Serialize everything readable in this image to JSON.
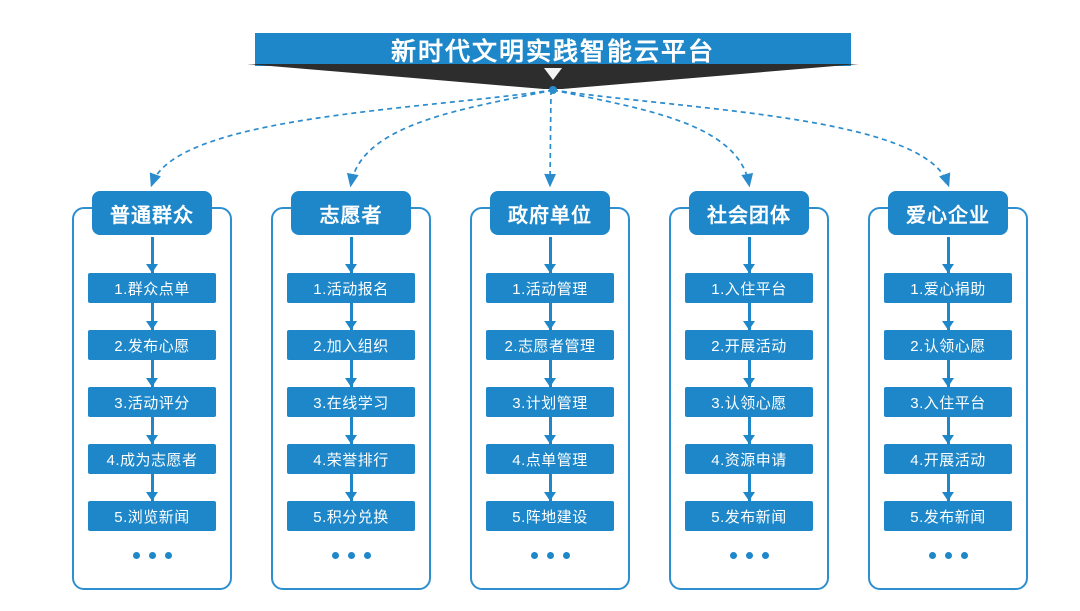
{
  "title": {
    "text": "新时代文明实践智能云平台"
  },
  "colors": {
    "primary": "#1d87c9",
    "container_border": "#2e8fd0",
    "connector": "#2b8ccd",
    "ribbon": "#2d2d2d",
    "background": "#ffffff",
    "text_on_primary": "#ffffff"
  },
  "columns": [
    {
      "header": "普通群众",
      "steps": [
        "1.群众点单",
        "2.发布心愿",
        "3.活动评分",
        "4.成为志愿者",
        "5.浏览新闻"
      ],
      "more": "..."
    },
    {
      "header": "志愿者",
      "steps": [
        "1.活动报名",
        "2.加入组织",
        "3.在线学习",
        "4.荣誉排行",
        "5.积分兑换"
      ],
      "more": "..."
    },
    {
      "header": "政府单位",
      "steps": [
        "1.活动管理",
        "2.志愿者管理",
        "3.计划管理",
        "4.点单管理",
        "5.阵地建设"
      ],
      "more": "..."
    },
    {
      "header": "社会团体",
      "steps": [
        "1.入住平台",
        "2.开展活动",
        "3.认领心愿",
        "4.资源申请",
        "5.发布新闻"
      ],
      "more": "..."
    },
    {
      "header": "爱心企业",
      "steps": [
        "1.爱心捐助",
        "2.认领心愿",
        "3.入住平台",
        "4.开展活动",
        "5.发布新闻"
      ],
      "more": "..."
    }
  ]
}
